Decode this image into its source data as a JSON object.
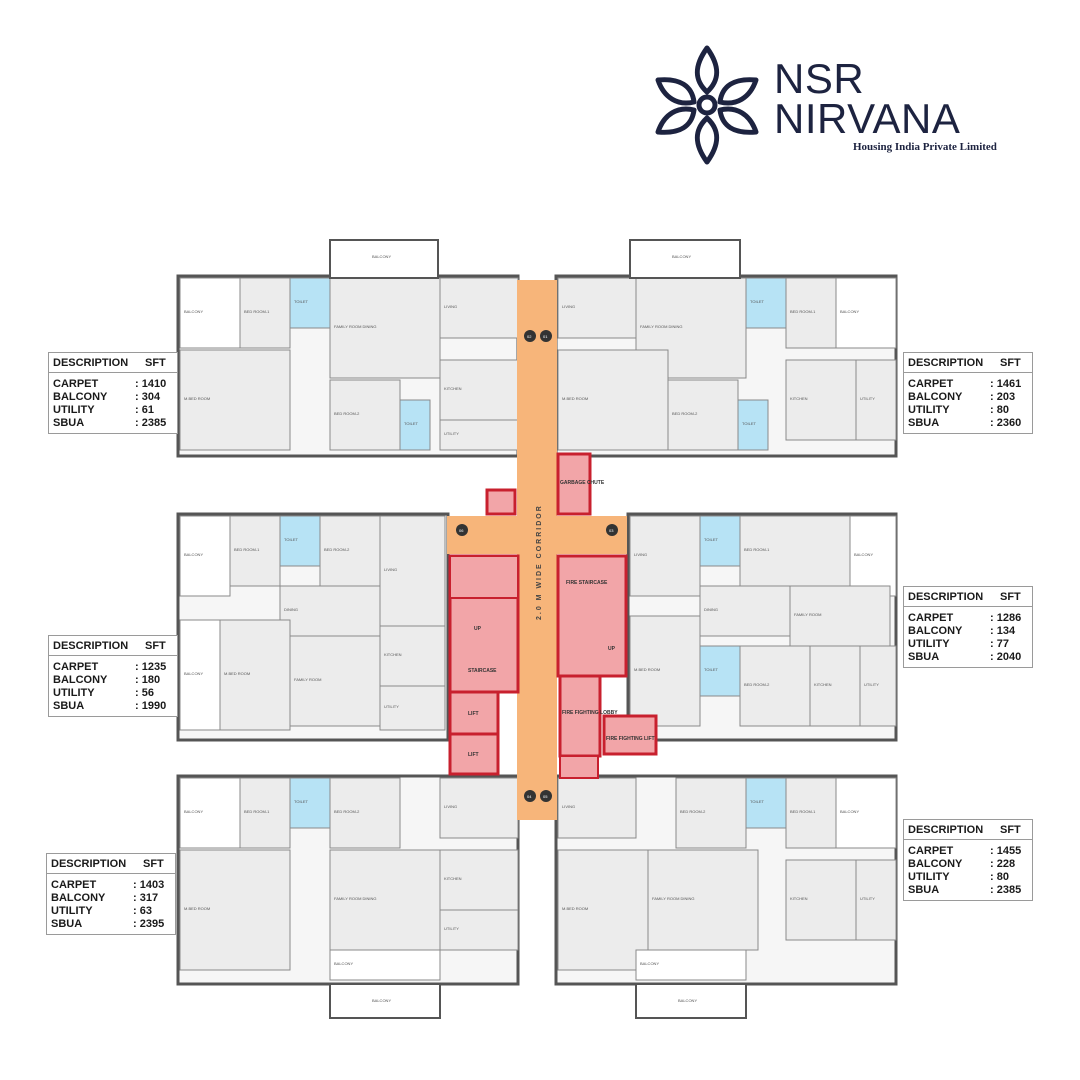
{
  "brand": {
    "name_line1": "NSR",
    "name_line2": "NIRVANA",
    "tagline": "Housing India Private Limited"
  },
  "colors": {
    "corridor": "#f7b57a",
    "core": "#f2a5a8",
    "core_wall": "#c8202e",
    "wall": "#555555",
    "room": "#ececec",
    "wet": "#b7e3f5",
    "navy": "#1d2340"
  },
  "corridor_label": "2.0 M WIDE CORRIDOR",
  "table_headers": {
    "description": "DESCRIPTION",
    "sft": "SFT"
  },
  "units": [
    {
      "id": "tl",
      "rows": [
        {
          "k": "CARPET",
          "v": "1410"
        },
        {
          "k": "BALCONY",
          "v": "304"
        },
        {
          "k": "UTILITY",
          "v": "61"
        },
        {
          "k": "SBUA",
          "v": "2385"
        }
      ]
    },
    {
      "id": "tr",
      "rows": [
        {
          "k": "CARPET",
          "v": "1461"
        },
        {
          "k": "BALCONY",
          "v": "203"
        },
        {
          "k": "UTILITY",
          "v": "80"
        },
        {
          "k": "SBUA",
          "v": "2360"
        }
      ]
    },
    {
      "id": "ml",
      "rows": [
        {
          "k": "CARPET",
          "v": "1235"
        },
        {
          "k": "BALCONY",
          "v": "180"
        },
        {
          "k": "UTILITY",
          "v": "56"
        },
        {
          "k": "SBUA",
          "v": "1990"
        }
      ]
    },
    {
      "id": "mr",
      "rows": [
        {
          "k": "CARPET",
          "v": "1286"
        },
        {
          "k": "BALCONY",
          "v": "134"
        },
        {
          "k": "UTILITY",
          "v": "77"
        },
        {
          "k": "SBUA",
          "v": "2040"
        }
      ]
    },
    {
      "id": "bl",
      "rows": [
        {
          "k": "CARPET",
          "v": "1403"
        },
        {
          "k": "BALCONY",
          "v": "317"
        },
        {
          "k": "UTILITY",
          "v": "63"
        },
        {
          "k": "SBUA",
          "v": "2395"
        }
      ]
    },
    {
      "id": "br",
      "rows": [
        {
          "k": "CARPET",
          "v": "1455"
        },
        {
          "k": "BALCONY",
          "v": "228"
        },
        {
          "k": "UTILITY",
          "v": "80"
        },
        {
          "k": "SBUA",
          "v": "2385"
        }
      ]
    }
  ],
  "core": {
    "staircase": "STAIRCASE",
    "fire_staircase": "FIRE STAIRCASE",
    "lift1": "LIFT",
    "lift2": "LIFT",
    "fire_lift": "FIRE FIGHTING LIFT",
    "fire_lobby": "FIRE FIGHTING LOBBY",
    "garbage": "GARBAGE CHUTE",
    "up1": "UP",
    "up2": "UP"
  },
  "rooms": {
    "living": "LIVING",
    "kitchen": "KITCHEN",
    "utility": "UTILITY",
    "balcony": "BALCONY",
    "bed1": "BED ROOM-1",
    "bed2": "BED ROOM-2",
    "mbed": "M.BED ROOM",
    "family_dining": "FAMILY ROOM DINING",
    "dining": "DINING",
    "family": "FAMILY ROOM",
    "toilet": "TOILET"
  },
  "flat_numbers": [
    "01",
    "02",
    "03",
    "04",
    "05",
    "06"
  ]
}
